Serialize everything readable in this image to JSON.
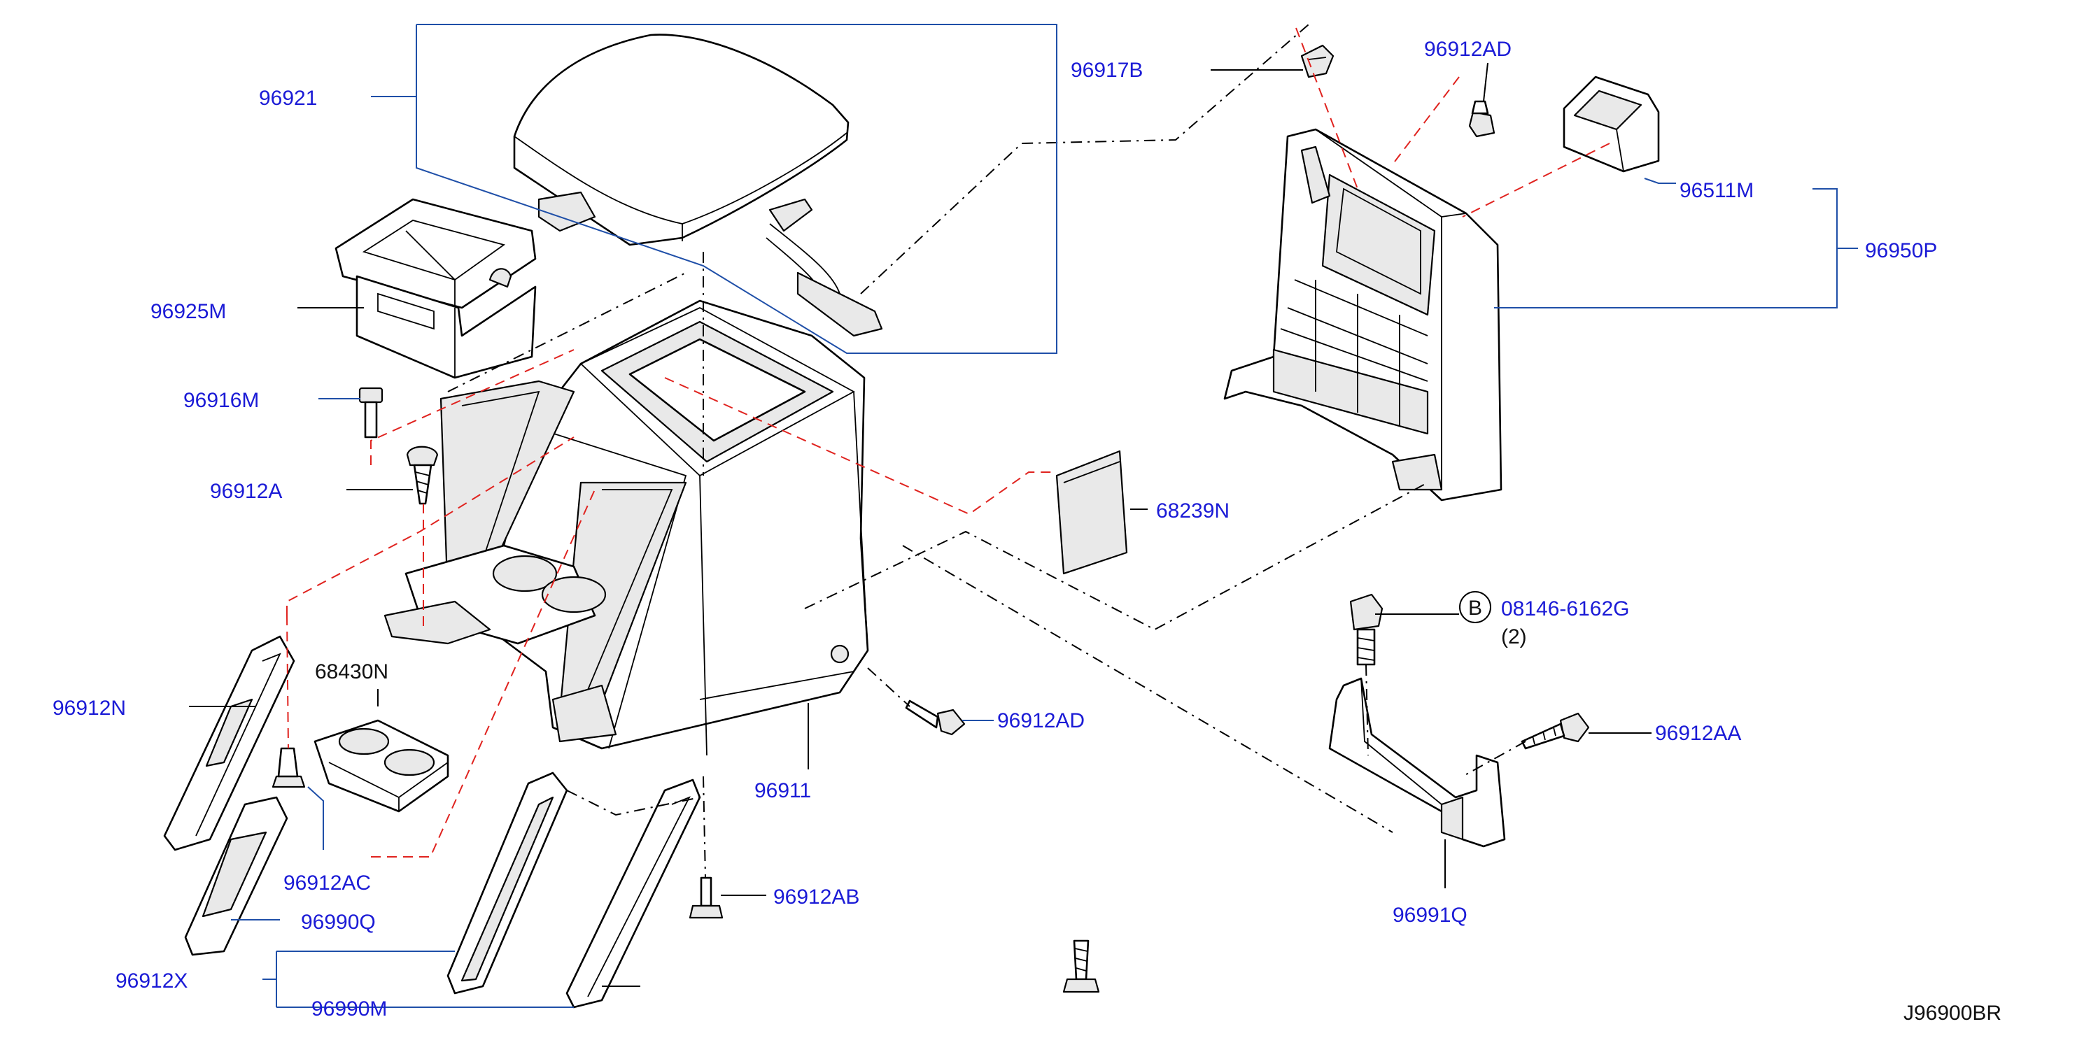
{
  "labels": {
    "p96921": "96921",
    "p96917B": "96917B",
    "p96912AD_top": "96912AD",
    "p96511M": "96511M",
    "p96950P": "96950P",
    "p96925M": "96925M",
    "p96916M": "96916M",
    "p96912A": "96912A",
    "p68239N": "68239N",
    "p08146": "08146-6162G",
    "p08146_qty": "(2)",
    "bolt_marker": "B",
    "p96912N": "96912N",
    "p68430N": "68430N",
    "p96912AD_mid": "96912AD",
    "p96911": "96911",
    "p96912AA": "96912AA",
    "p96912AC": "96912AC",
    "p96990Q": "96990Q",
    "p96912AB": "96912AB",
    "p96991Q": "96991Q",
    "p96912X": "96912X",
    "p96990M": "96990M",
    "diagram_code": "J96900BR"
  },
  "colors": {
    "label_blue": "#1b1bd6",
    "leader_blue": "#1f4fa8",
    "hidden_red": "#e0231f",
    "outline_black": "#000000"
  }
}
